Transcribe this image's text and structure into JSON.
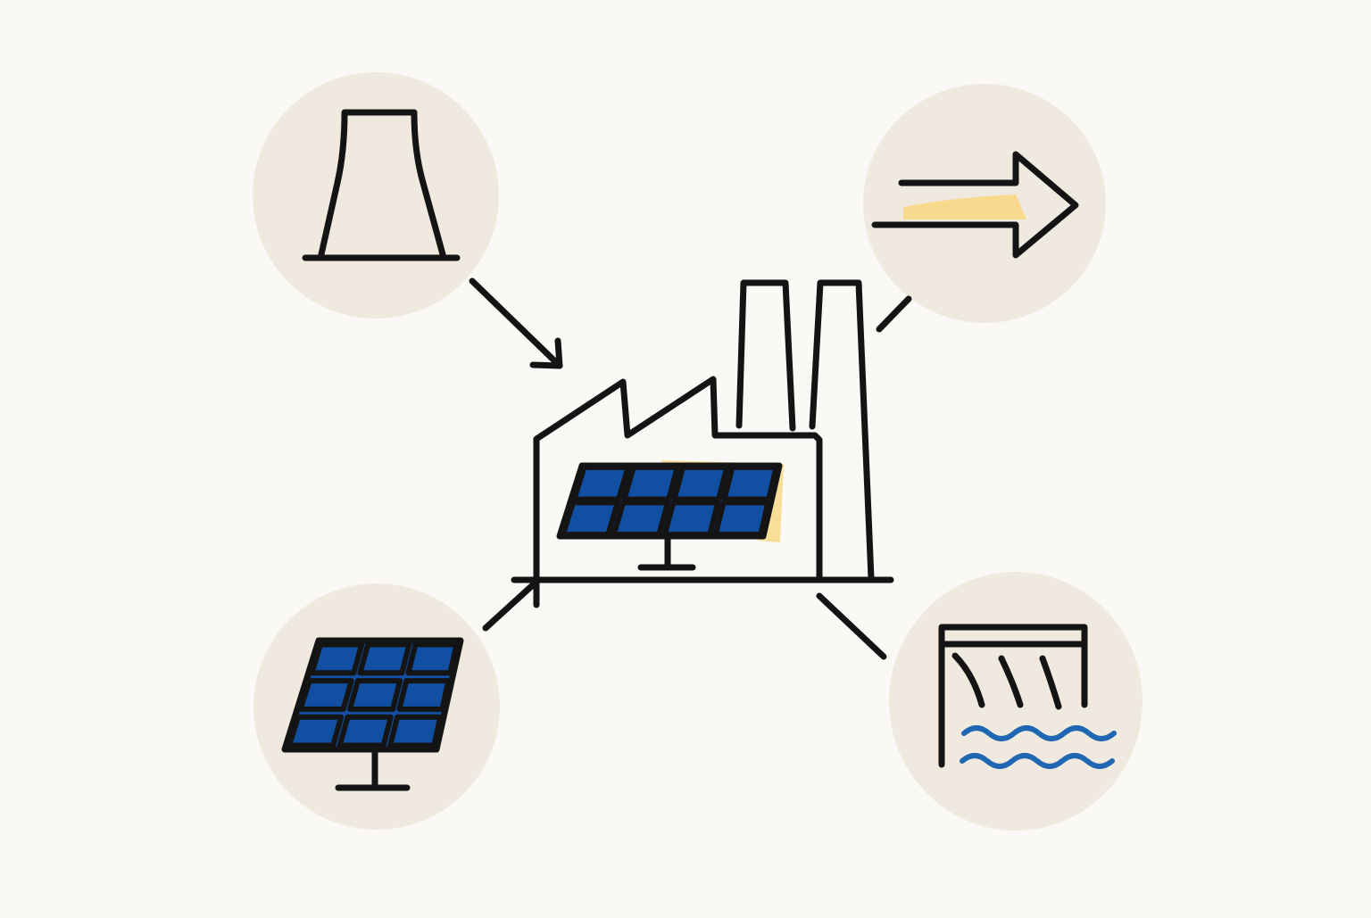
{
  "colors": {
    "background": "#fbf9f5",
    "circle": "#efe9df",
    "ink": "#141414",
    "solar_blue": "#114fa3",
    "highlight_yellow": "#f8d98a",
    "water_blue": "#1f66b3"
  },
  "nodes": [
    {
      "id": "cooling-tower",
      "icon": "cooling-tower-icon",
      "position": "top-left"
    },
    {
      "id": "energy-output",
      "icon": "arrow-right-icon",
      "position": "top-right"
    },
    {
      "id": "solar-panel",
      "icon": "solar-panel-icon",
      "position": "bottom-left"
    },
    {
      "id": "hydro-dam",
      "icon": "dam-water-icon",
      "position": "bottom-right"
    }
  ],
  "center": {
    "id": "factory",
    "icon": "factory-with-solar-panel-icon"
  },
  "connectors": [
    {
      "from": "cooling-tower",
      "to": "factory",
      "arrowhead": true
    },
    {
      "from": "factory",
      "to": "energy-output",
      "arrowhead": false
    },
    {
      "from": "solar-panel",
      "to": "factory",
      "arrowhead": false
    },
    {
      "from": "factory",
      "to": "hydro-dam",
      "arrowhead": false
    }
  ]
}
